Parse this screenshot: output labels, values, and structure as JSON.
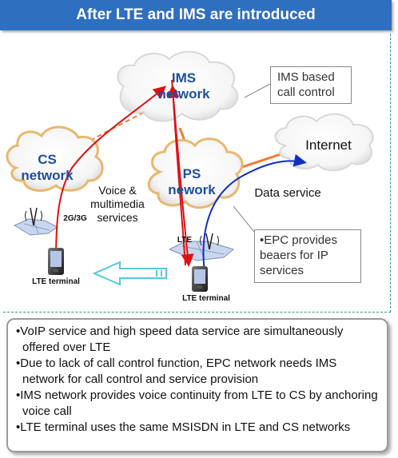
{
  "title": "After LTE and IMS are introduced",
  "clouds": {
    "ims": "IMS network",
    "cs": "CS network",
    "ps": "PS nework",
    "internet": "Internet"
  },
  "callouts": {
    "ims_control": "IMS based call control",
    "epc": "•EPC provides beaers for IP services"
  },
  "labels": {
    "voice_services": "Voice & multimedia services",
    "data_service": "Data service",
    "radio_2g3g": "2G/3G",
    "radio_lte": "LTE",
    "terminal_left": "LTE terminal",
    "terminal_right": "LTE terminal"
  },
  "bullets": [
    "VoIP service and high speed data service are simultaneously offered over LTE",
    "Due to lack of call control function, EPC network needs IMS network for call control and service provision",
    "IMS network provides voice continuity from LTE to CS by anchoring voice call",
    "LTE terminal uses the same MSISDN in LTE and CS networks"
  ],
  "colors": {
    "header": "#2f6fbf",
    "cloud_text": "#1f4fa0",
    "voice_path": "#e01010",
    "data_path": "#1030c0",
    "core_link": "#f07a30",
    "handover_arrow": "#55c8e0"
  }
}
